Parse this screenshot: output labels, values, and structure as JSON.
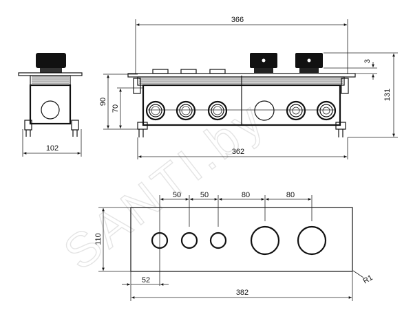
{
  "watermark": "SANTI.by",
  "colors": {
    "line": "#111111",
    "background": "#ffffff",
    "watermark": "#e4e4e4"
  },
  "side_view": {
    "width_label": "102"
  },
  "front_view": {
    "overall_width_label": "366",
    "body_width_label": "362",
    "height_90_label": "90",
    "height_70_label": "70",
    "total_height_label": "131",
    "knob_offset_label": "3"
  },
  "plate_view": {
    "spacing_labels": [
      "50",
      "50",
      "80",
      "80"
    ],
    "height_label": "110",
    "left_offset_label": "52",
    "width_label": "382",
    "radius_label": "R1"
  }
}
